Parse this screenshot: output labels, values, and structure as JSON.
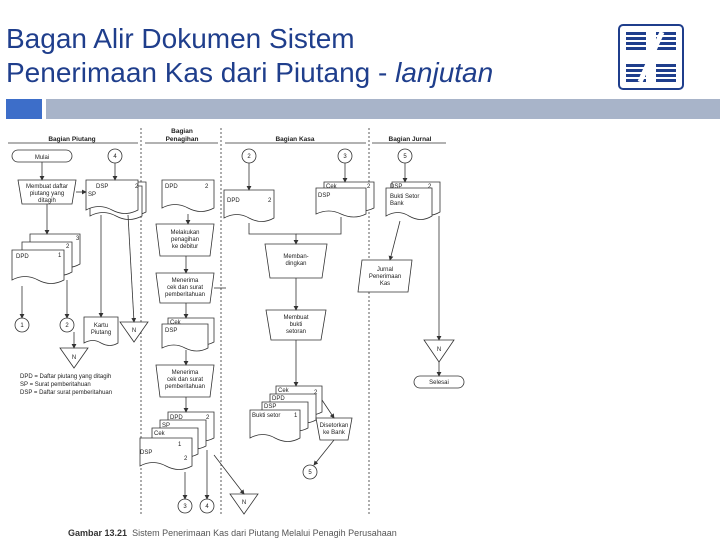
{
  "title": {
    "line1": "Bagan Alir Dokumen Sistem",
    "line2_main": "Penerimaan Kas dari Piutang - ",
    "line2_italic": "lanjutan"
  },
  "colors": {
    "title": "#1f3e8c",
    "bar_left": "#3d6ec9",
    "bar_right": "#a8b4c9"
  },
  "logo_icon": "stylized-4-logo-icon",
  "diagram": {
    "lanes": {
      "piutang": "Bagian Piutang",
      "penagihan_1": "Bagian",
      "penagihan_2": "Penagihan",
      "kasa": "Bagian Kasa",
      "jurnal": "Bagian Jurnal"
    },
    "piutang": {
      "start": "Mulai",
      "conn4": "4",
      "proc_1": "Membuat daftar",
      "proc_2": "piutang yang",
      "proc_3": "ditagih",
      "doc_dsp": "DSP",
      "doc_sp": "SP",
      "n2": "2",
      "n3": "3",
      "n2b": "2",
      "n1": "1",
      "dpd": "DPD",
      "conn1": "1",
      "conn2": "2",
      "kartu_1": "Kartu",
      "kartu_2": "Piutang",
      "n_a": "N",
      "n_b": "N"
    },
    "penagihan": {
      "dpd": "DPD",
      "n2": "2",
      "proc_a1": "Melakukan",
      "proc_a2": "penagihan",
      "proc_a3": "ke debitur",
      "proc_b1": "Menerima",
      "proc_b2": "cek dan surat",
      "proc_b3": "pemberitahuan",
      "cek": "Cek",
      "dsp": "DSP",
      "proc_c1": "Menerima",
      "proc_c2": "cek dan surat",
      "proc_c3": "pemberitahuan",
      "dpd2": "DPD",
      "sp": "SP",
      "cek2": "Cek",
      "dsp2": "DSP",
      "n2b": "2",
      "n1": "1",
      "n2c": "2",
      "conn3": "3",
      "conn4": "4",
      "n_c": "N"
    },
    "kasa": {
      "conn2": "2",
      "conn3": "3",
      "dpd": "DPD",
      "n2": "2",
      "cek": "Cek",
      "dsp": "DSP",
      "n2b": "2",
      "proc_a1": "Memban-",
      "proc_a2": "dingkan",
      "proc_b1": "Membuat",
      "proc_b2": "bukti",
      "proc_b3": "setoran",
      "cek2": "Cek",
      "dpd2": "DPD",
      "dsp2": "DSP",
      "bukti": "Bukti setor",
      "n1": "1",
      "n2c": "2",
      "disetor_1": "Disetorkan",
      "disetor_2": "ke Bank",
      "conn5": "5"
    },
    "jurnal": {
      "conn5": "5",
      "dsp": "DSP",
      "n2": "2",
      "bukti_1": "Bukti Setor",
      "bukti_2": "Bank",
      "jurnal_1": "Jurnal",
      "jurnal_2": "Penerimaan",
      "jurnal_3": "Kas",
      "n": "N",
      "end": "Selesai"
    },
    "legend": {
      "l1": "DPD = Daftar piutang yang ditagih",
      "l2": "SP = Surat pemberitahuan",
      "l3": "DSP = Daftar surat pemberitahuan"
    }
  },
  "caption": {
    "label": "Gambar 13.21",
    "text": "Sistem Penerimaan Kas dari Piutang Melalui Penagih Perusahaan"
  }
}
